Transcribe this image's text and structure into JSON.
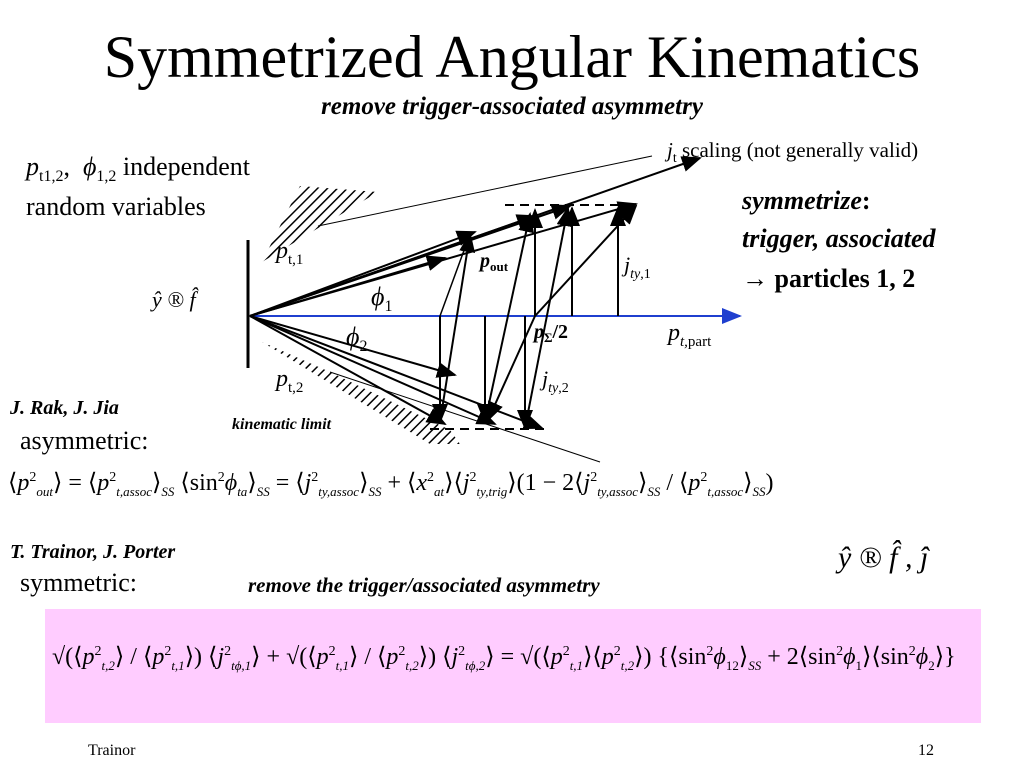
{
  "slide": {
    "title": "Symmetrized Angular Kinematics",
    "subtitle": "remove trigger-associated asymmetry",
    "footer_left": "Trainor",
    "footer_right": "12"
  },
  "left_note": {
    "line1_suffix": "independent",
    "line2": "random variables"
  },
  "right_note": {
    "line1": "symmetrize",
    "line2": "trigger, associated",
    "line3": "particles 1, 2"
  },
  "scaling_note": {
    "text": "scaling (not generally valid)"
  },
  "diagram": {
    "kinematic_limit": "kinematic limit",
    "axis_label": "ŷ ® f̂",
    "part_sub": "part",
    "half": "/2"
  },
  "section1": {
    "authors": "J. Rak, J. Jia",
    "label": "asymmetric:"
  },
  "section2": {
    "authors": "T. Trainor, J. Porter",
    "label": "symmetric:",
    "note": "remove the trigger/associated asymmetry",
    "arrow_rel": "ŷ ® f̂ ,  ĵ"
  },
  "colors": {
    "axis_blue": "#1f3fcf",
    "box_pink": "#ffccff"
  }
}
